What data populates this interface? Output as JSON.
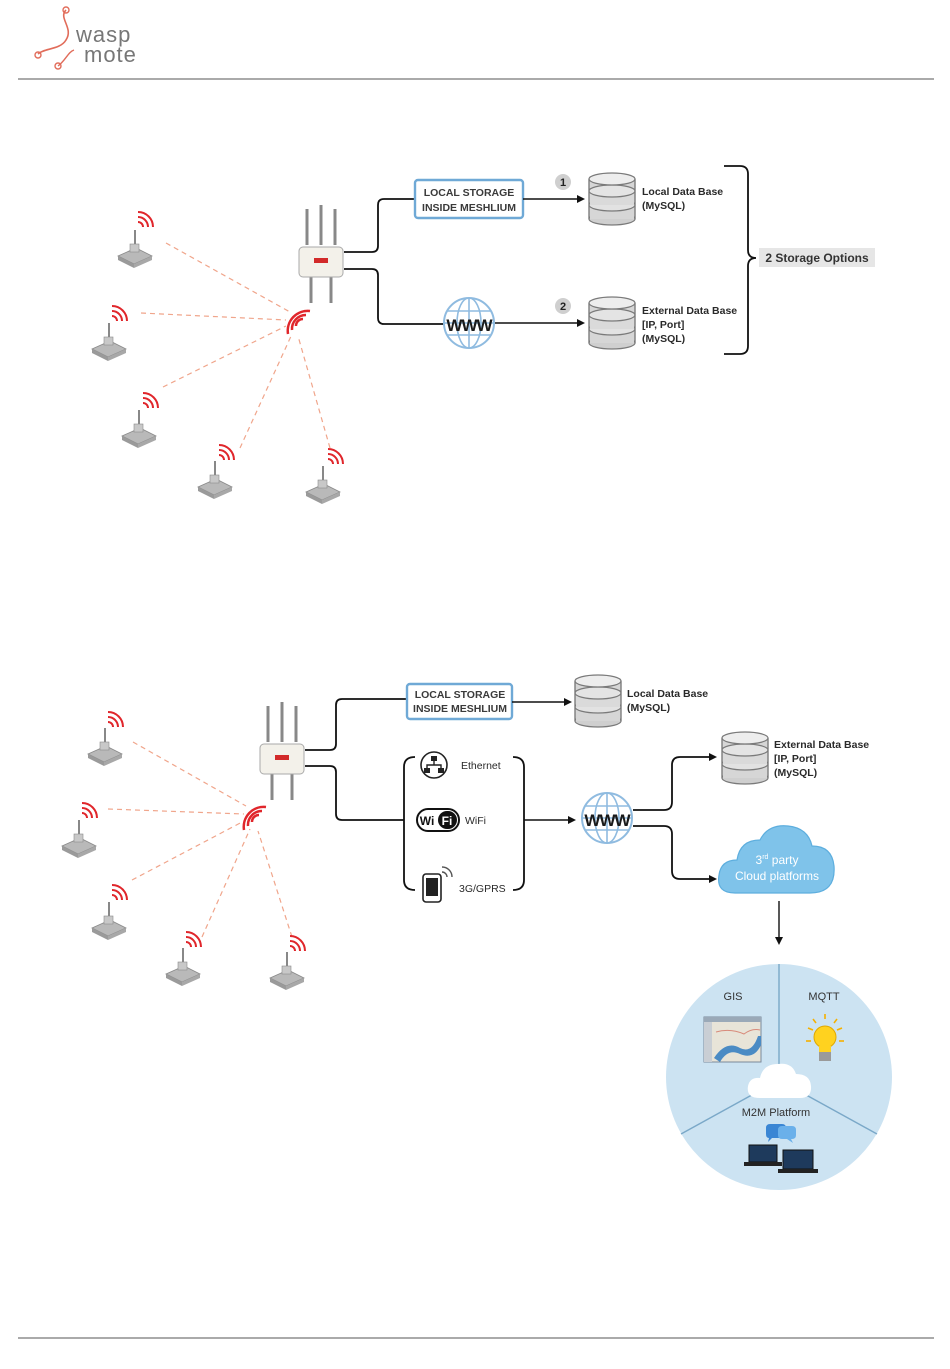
{
  "brand": {
    "line1": "wasp",
    "line2": "mote"
  },
  "diagram1": {
    "storage_box": [
      "LOCAL STORAGE",
      "INSIDE MESHLIUM"
    ],
    "badge1": "1",
    "badge2": "2",
    "local_db": [
      "Local Data Base",
      "(MySQL)"
    ],
    "external_db": [
      "External Data Base",
      "[IP, Port]",
      "(MySQL)"
    ],
    "www": "WWW",
    "options_label": "2 Storage Options"
  },
  "diagram2": {
    "storage_box": [
      "LOCAL STORAGE",
      "INSIDE MESHLIUM"
    ],
    "local_db": [
      "Local Data Base",
      "(MySQL)"
    ],
    "external_db": [
      "External Data Base",
      "[IP, Port]",
      "(MySQL)"
    ],
    "www": "WWW",
    "interfaces": [
      "Ethernet",
      "WiFi",
      "3G/GPRS"
    ],
    "wifi_logo": "Wi Fi",
    "cloud": {
      "line1_num": "3",
      "line1_sup": "rd",
      "line1_rest": " party",
      "line2": "Cloud platforms"
    },
    "platforms": {
      "gis": "GIS",
      "mqtt": "MQTT",
      "m2m": "M2M Platform"
    }
  },
  "colors": {
    "signal": "#e0262b",
    "dash": "#f0a58b",
    "box_border": "#6fa9d6",
    "cloud_fill": "#7fc3ea",
    "circle_fill": "#cce3f2",
    "db_fill": "#d8d8d8"
  }
}
